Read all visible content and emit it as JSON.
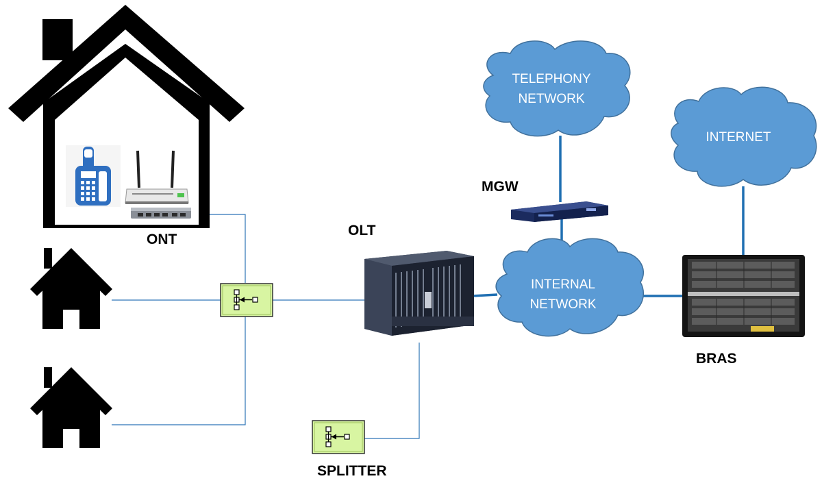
{
  "labels": {
    "ont": "ONT",
    "olt": "OLT",
    "mgw": "MGW",
    "bras": "BRAS",
    "splitter": "SPLITTER"
  },
  "clouds": {
    "telephony": {
      "line1": "TELEPHONY",
      "line2": "NETWORK"
    },
    "internet": {
      "line1": "INTERNET"
    },
    "internal": {
      "line1": "INTERNAL",
      "line2": "NETWORK"
    }
  },
  "colors": {
    "cloud_fill": "#5b9bd5",
    "cloud_stroke": "#41719c",
    "link_blue": "#1f6fb2",
    "fiber_line": "#2e75b6",
    "splitter_fill": "#d8f5a2",
    "house": "#000000"
  },
  "icons": {
    "home": "house-icon",
    "phone": "phone-icon",
    "router": "wifi-router-icon",
    "ont": "ont-device-icon",
    "olt": "olt-chassis-icon",
    "mgw": "media-gateway-icon",
    "bras": "bras-rack-icon",
    "splitter": "optical-splitter-icon"
  }
}
